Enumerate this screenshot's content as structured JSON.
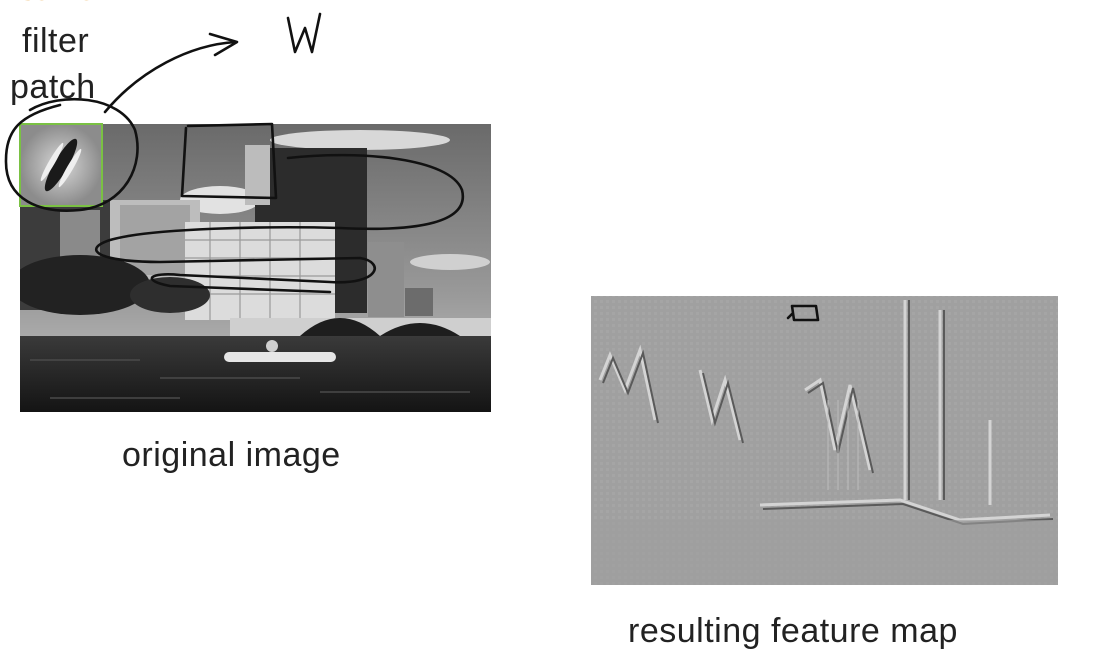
{
  "slide": {
    "top_fragment": "same",
    "filter_label_line1": "filter",
    "filter_label_line2": "patch",
    "original_caption": "original image",
    "feature_caption": "resulting feature map"
  },
  "annotations": {
    "handwritten_label": "W"
  },
  "colors": {
    "filter_outline": "#7ac143",
    "ink": "#111111",
    "accent_fragment": "#e6a13a"
  },
  "icons": [
    "filter-patch-icon",
    "photo-original",
    "photo-feature-map"
  ]
}
